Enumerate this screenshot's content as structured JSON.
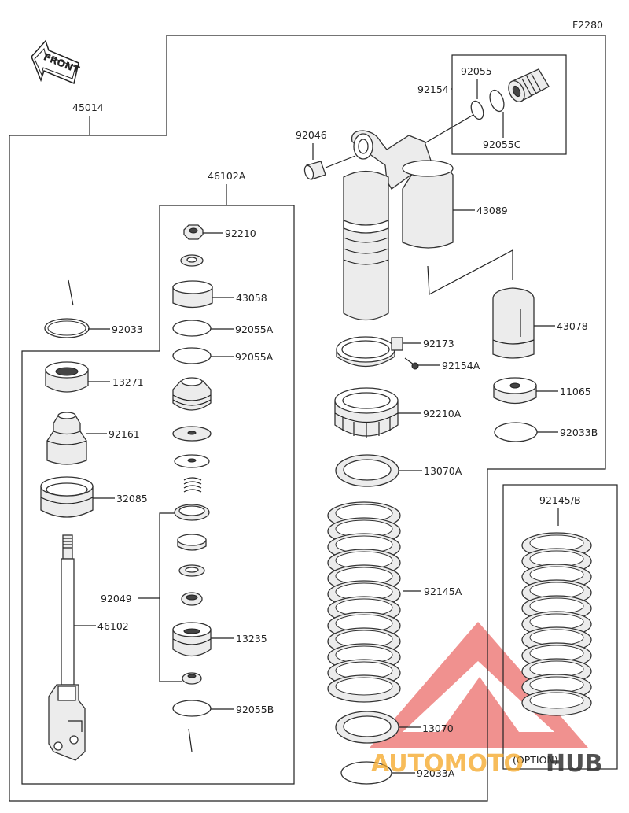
{
  "figure_code": "F2280",
  "front_label": "FRONT",
  "option_label": "(OPTION)",
  "watermark": {
    "word_a": "AUTOMOTO",
    "word_b": "HUB",
    "color_a": "#f5a623",
    "color_b": "#333333",
    "triangle_color": "#e53935"
  },
  "labels": {
    "p45014": "45014",
    "p46102A": "46102A",
    "p92210": "92210",
    "p43058": "43058",
    "p92055A_1": "92055A",
    "p92055A_2": "92055A",
    "p92033": "92033",
    "p13271": "13271",
    "p92161": "92161",
    "p32085": "32085",
    "p92049": "92049",
    "p46102": "46102",
    "p13235": "13235",
    "p92055B": "92055B",
    "p92154": "92154",
    "p92055": "92055",
    "p92055C": "92055C",
    "p92046": "92046",
    "p43089": "43089",
    "p43078": "43078",
    "p92173": "92173",
    "p92154A": "92154A",
    "p11065": "11065",
    "p92210A": "92210A",
    "p92033B": "92033B",
    "p13070A": "13070A",
    "p92145B": "92145/B",
    "p92145A": "92145A",
    "p13070": "13070",
    "p92033A": "92033A"
  }
}
